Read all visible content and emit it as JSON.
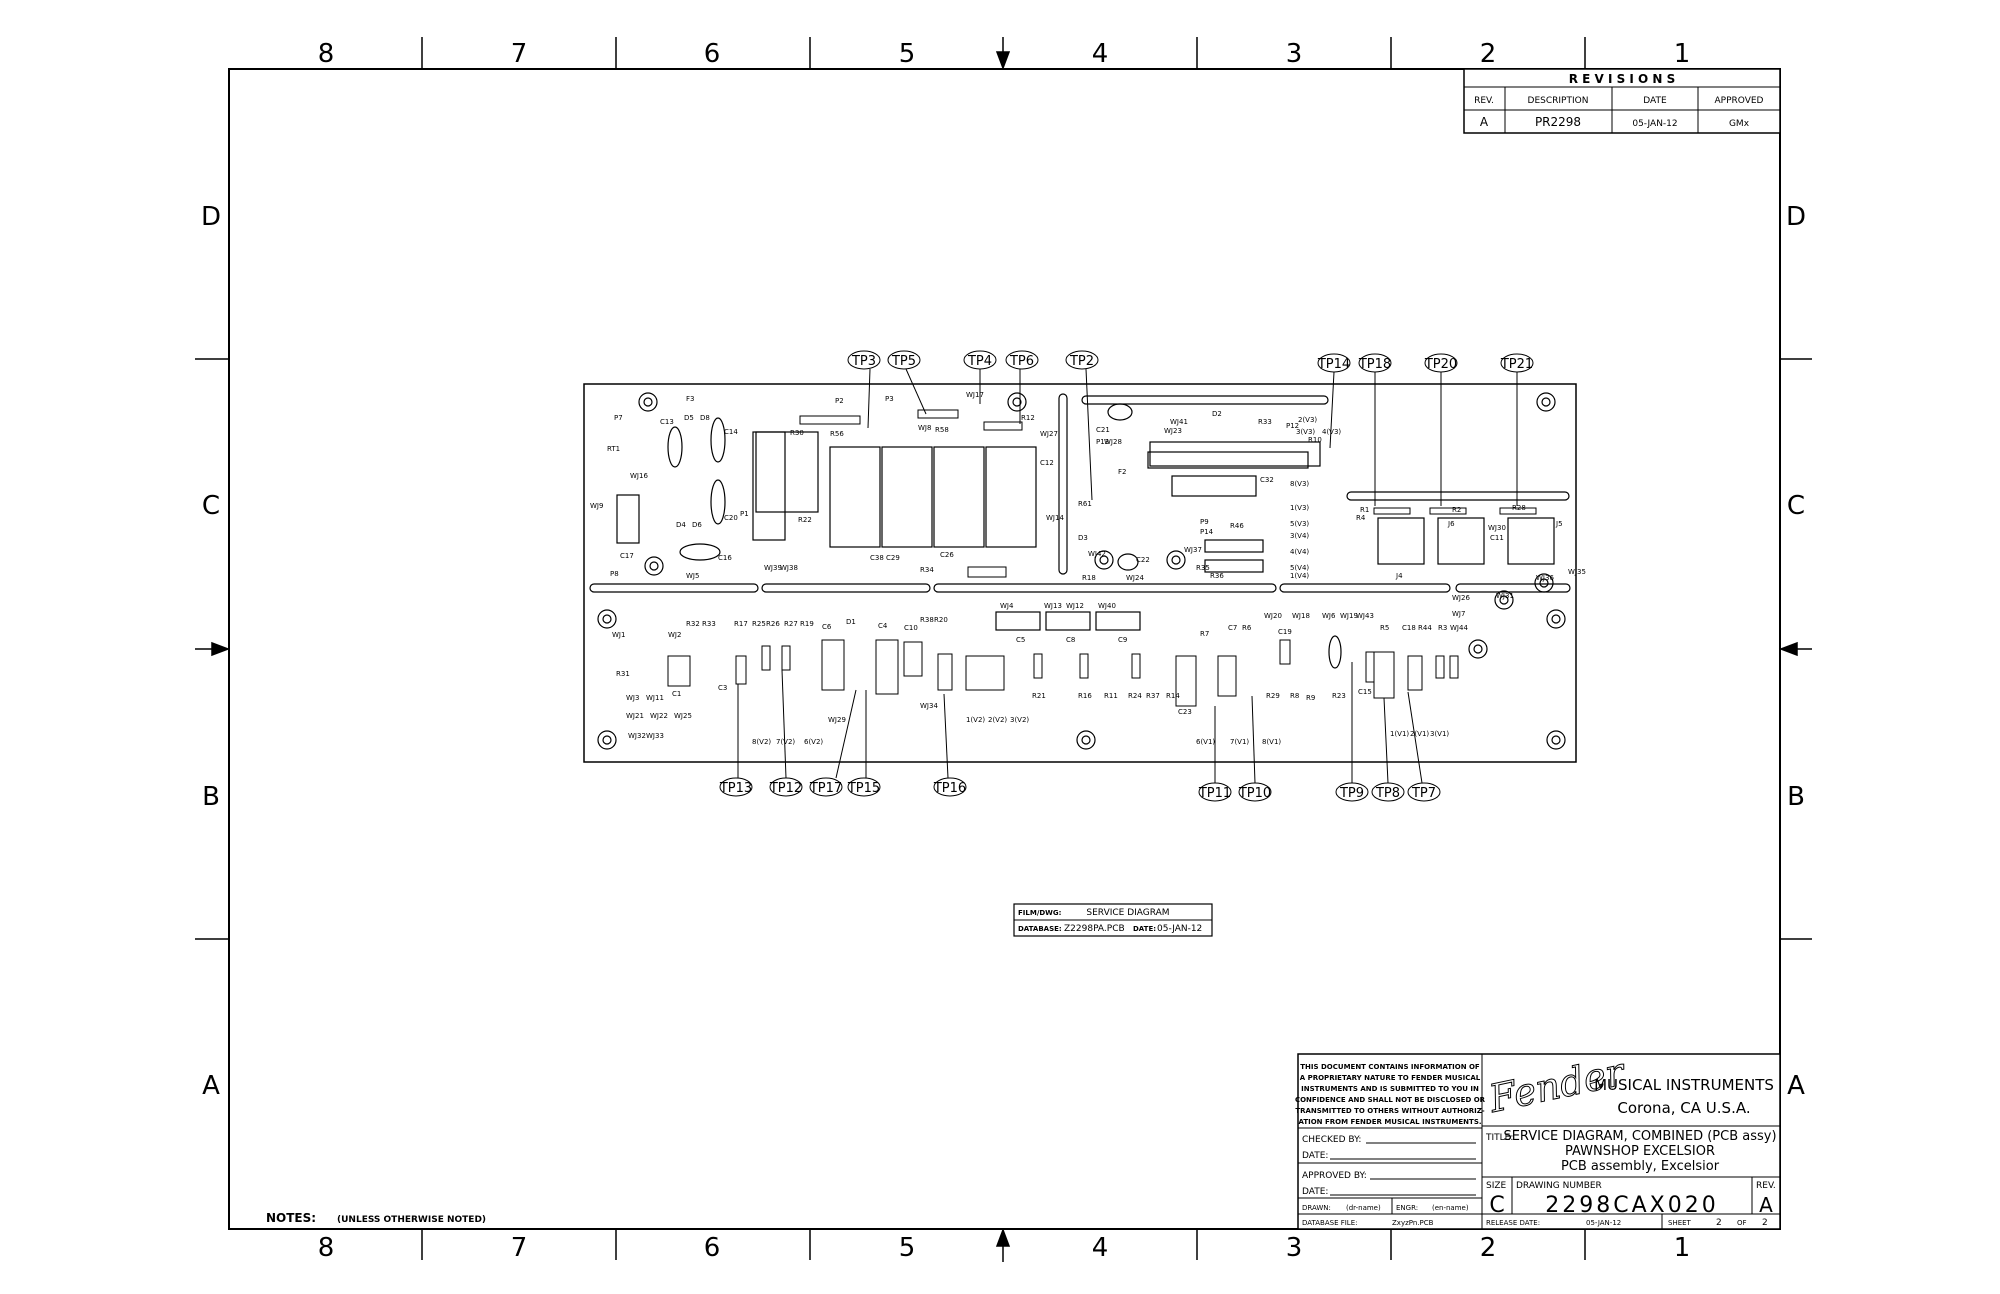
{
  "zones": {
    "cols": [
      "8",
      "7",
      "6",
      "5",
      "4",
      "3",
      "2",
      "1"
    ],
    "rows": [
      "D",
      "C",
      "B",
      "A"
    ]
  },
  "revisions": {
    "title": "R E V I S I O N S",
    "headers": [
      "REV.",
      "DESCRIPTION",
      "DATE",
      "APPROVED"
    ],
    "row": [
      "A",
      "PR2298",
      "05-JAN-12",
      "GMx"
    ]
  },
  "test_points": {
    "top": [
      "TP3",
      "TP5",
      "TP4",
      "TP6",
      "TP2",
      "TP14",
      "TP18",
      "TP20",
      "TP21"
    ],
    "bottom": [
      "TP13",
      "TP12",
      "TP17",
      "TP15",
      "TP16",
      "TP11",
      "TP10",
      "TP9",
      "TP8",
      "TP7"
    ]
  },
  "pcb_labels": {
    "top_row": [
      "P7",
      "RT1",
      "WJ16",
      "D5",
      "D8",
      "C13",
      "F3",
      "C14",
      "R30",
      "R56",
      "P2",
      "WJ8",
      "P3",
      "R58",
      "WJ17",
      "R12",
      "WJ27",
      "C12",
      "WJ9",
      "C17",
      "D4",
      "D6",
      "C20",
      "R22",
      "P1",
      "C16",
      "WJ39",
      "WJ38",
      "WJ5",
      "C38",
      "C29",
      "C26",
      "R34",
      "WJ14",
      "P8",
      "C21",
      "P13",
      "WJ28",
      "F2",
      "R61",
      "WJ42",
      "D3",
      "R18",
      "C22",
      "WJ24",
      "D2",
      "R33",
      "WJ23",
      "WJ41",
      "P12",
      "R10",
      "C32",
      "P9",
      "P14",
      "R46",
      "WJ37",
      "R36",
      "R35",
      "R1",
      "R4",
      "J4",
      "R2",
      "J6",
      "R28",
      "C11",
      "WJ30",
      "J5",
      "WJ36",
      "WJ35",
      "WJ26",
      "WJ31"
    ],
    "bottom_row": [
      "WJ1",
      "WJ2",
      "R31",
      "WJ3",
      "WJ11",
      "WJ21",
      "WJ22",
      "WJ25",
      "WJ32",
      "WJ33",
      "R32",
      "R33",
      "C1",
      "C3",
      "R17",
      "R25",
      "R26",
      "R27",
      "R19",
      "C6",
      "D1",
      "C4",
      "C10",
      "R38",
      "R20",
      "WJ29",
      "WJ34",
      "WJ4",
      "WJ13",
      "WJ12",
      "WJ40",
      "C5",
      "C8",
      "C9",
      "R21",
      "R16",
      "R11",
      "R24",
      "R37",
      "R7",
      "C7",
      "R6",
      "C19",
      "R29",
      "R8",
      "R9",
      "WJ20",
      "WJ18",
      "WJ6",
      "WJ19",
      "WJ43",
      "R5",
      "C18",
      "R44",
      "R3",
      "WJ44",
      "WJ7",
      "C15",
      "R23",
      "C23",
      "R14"
    ],
    "node_labels": [
      "1(V2)",
      "2(V2)",
      "3(V2)",
      "6(V1)",
      "7(V1)",
      "8(V1)",
      "1(V1)",
      "2(V1)",
      "3(V1)",
      "8(V2)",
      "7(V2)",
      "6(V2)",
      "5(V4)",
      "4(V4)",
      "3(V4)",
      "1(V4)",
      "8(V3)",
      "1(V3)",
      "5(V3)",
      "2(V3)",
      "4(V3)",
      "3(V3)"
    ]
  },
  "film_box": {
    "row1_label": "FILM/DWG:",
    "row1_value": "SERVICE DIAGRAM",
    "row2_label": "DATABASE:",
    "row2_value": "Z2298PA.PCB",
    "row2_date_label": "DATE:",
    "row2_date_value": "05-JAN-12"
  },
  "notes": {
    "label": "NOTES:",
    "text": "(UNLESS OTHERWISE NOTED)"
  },
  "title_block": {
    "proprietary": [
      "THIS DOCUMENT CONTAINS INFORMATION OF",
      "A PROPRIETARY NATURE TO FENDER MUSICAL",
      "INSTRUMENTS AND IS SUBMITTED TO YOU IN",
      "CONFIDENCE AND SHALL NOT BE DISCLOSED OR",
      "TRANSMITTED TO OTHERS WITHOUT AUTHORIZ-",
      "ATION FROM FENDER MUSICAL INSTRUMENTS."
    ],
    "logo_text": "Fender",
    "company_line1": "MUSICAL INSTRUMENTS",
    "company_line2": "Corona, CA  U.S.A.",
    "checked_by": "CHECKED BY:",
    "date1": "DATE:",
    "approved_by": "APPROVED BY:",
    "date2": "DATE:",
    "drawn": "DRAWN:",
    "drawn_value": "(dr-name)",
    "engr": "ENGR:",
    "engr_value": "(en-name)",
    "db_file_label": "DATABASE FILE:",
    "db_file_value": "ZxyzPn.PCB",
    "title_label": "TITLE:",
    "title_line1": "SERVICE DIAGRAM, COMBINED (PCB assy)",
    "title_line2": "PAWNSHOP EXCELSIOR",
    "title_line3": "PCB assembly, Excelsior",
    "size_label": "SIZE",
    "size_value": "C",
    "drawing_number_label": "DRAWING NUMBER",
    "drawing_number": "2298CAX020",
    "rev_label": "REV.",
    "rev_value": "A",
    "release_date_label": "RELEASE DATE:",
    "release_date_value": "05-JAN-12",
    "sheet_label": "SHEET",
    "sheet_value": "2",
    "of_label": "OF",
    "of_value": "2"
  }
}
